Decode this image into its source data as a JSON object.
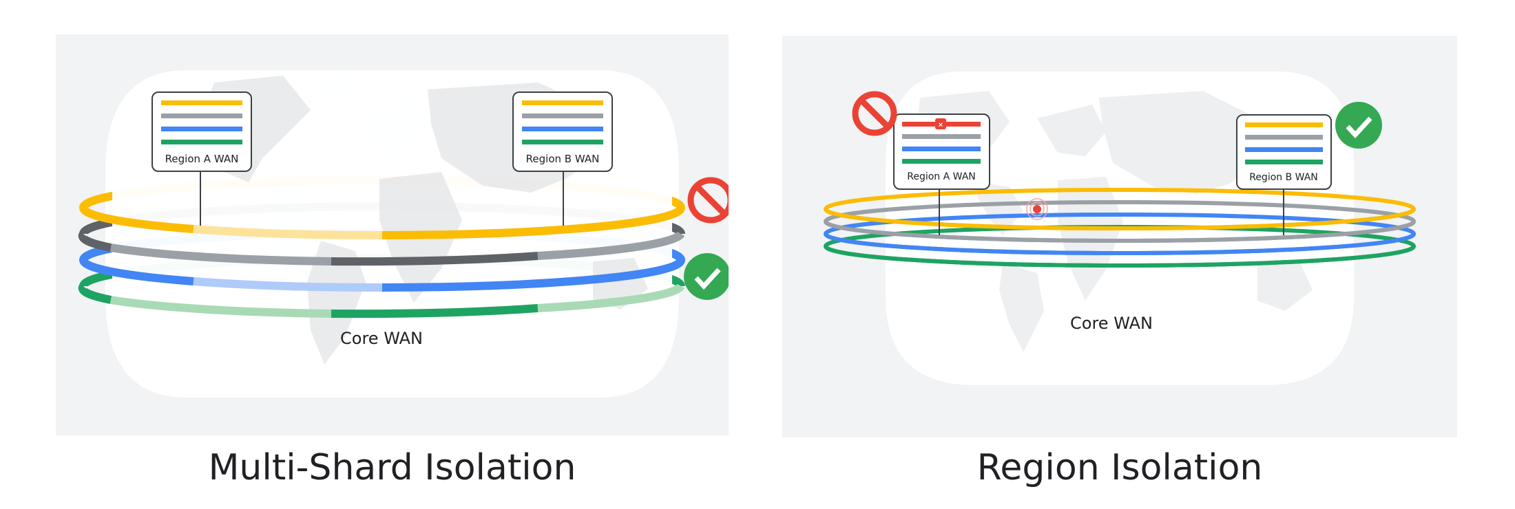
{
  "colors": {
    "panel_bg": "#f1f3f4",
    "globe": "#ffffff",
    "land": "#e6e7e8",
    "yellow": "#fbbc04",
    "yellow_faded": "#fde29a",
    "gray": "#9aa0a6",
    "gray_dark": "#5f6368",
    "blue": "#4285f4",
    "blue_faded": "#aecbfa",
    "green": "#1ea362",
    "green_faded": "#a8dab5",
    "red": "#ea4335",
    "check_green": "#34a853"
  },
  "panels": [
    {
      "id": "multi-shard",
      "title": "Multi-Shard Isolation",
      "core_label": "Core WAN",
      "region_boxes": [
        {
          "label": "Region A WAN",
          "lines": [
            "yellow",
            "gray",
            "blue",
            "green"
          ],
          "failed": false
        },
        {
          "label": "Region B WAN",
          "lines": [
            "yellow",
            "gray",
            "blue",
            "green"
          ],
          "failed": false
        }
      ],
      "rings": [
        "yellow",
        "gray",
        "blue",
        "green"
      ],
      "status_icons": [
        {
          "type": "blocked",
          "ring": "yellow"
        },
        {
          "type": "ok",
          "ring": "green"
        }
      ]
    },
    {
      "id": "region",
      "title": "Region Isolation",
      "core_label": "Core WAN",
      "region_boxes": [
        {
          "label": "Region A WAN",
          "lines": [
            "red",
            "gray",
            "blue",
            "green"
          ],
          "failed": true
        },
        {
          "label": "Region B WAN",
          "lines": [
            "yellow",
            "gray",
            "blue",
            "green"
          ],
          "failed": false
        }
      ],
      "rings": [
        "yellow",
        "gray",
        "blue",
        "green"
      ],
      "status_icons": [
        {
          "type": "blocked",
          "target": "Region A WAN"
        },
        {
          "type": "ok",
          "target": "Region B WAN"
        }
      ],
      "failure_marker": "outage-pulse"
    }
  ]
}
